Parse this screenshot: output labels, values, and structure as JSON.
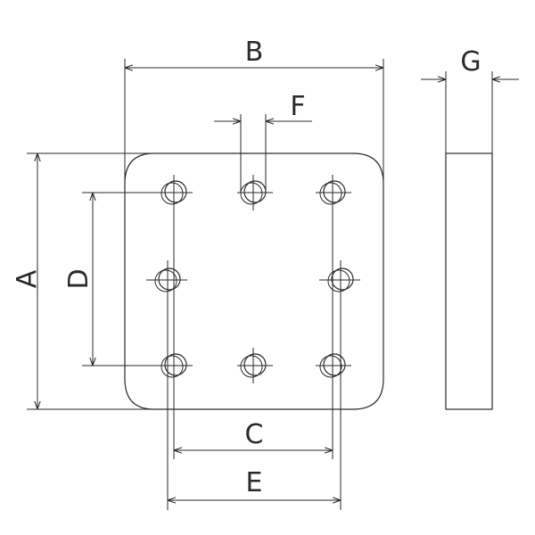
{
  "drawing": {
    "labels": {
      "A": "A",
      "B": "B",
      "C": "C",
      "D": "D",
      "E": "E",
      "F": "F",
      "G": "G"
    },
    "line_color": "#2a2a2a",
    "background": "#ffffff"
  }
}
